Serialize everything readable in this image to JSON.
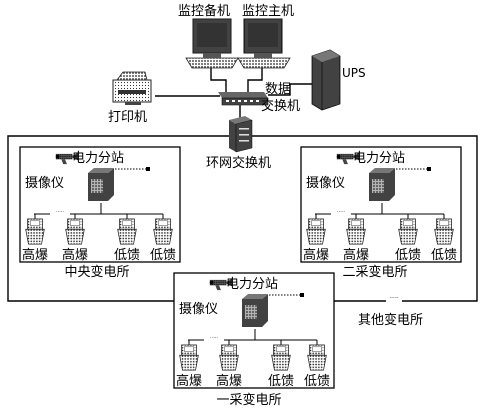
{
  "labels": {
    "monitor_backup": "监控备机",
    "monitor_main": "监控主机",
    "ups": "UPS",
    "data_switch_line1": "数据",
    "data_switch_line2": "交换机",
    "printer": "打印机",
    "ring_switch": "环网交换机",
    "other_substations": "其他变电所"
  },
  "substations": [
    {
      "id": "central",
      "name": "中央变电所",
      "power_station": "电力分站",
      "camera": "摄像仪",
      "devices": [
        "高爆",
        "高爆",
        "低馈",
        "低馈"
      ]
    },
    {
      "id": "second-mining",
      "name": "二采变电所",
      "power_station": "电力分站",
      "camera": "摄像仪",
      "devices": [
        "高爆",
        "高爆",
        "低馈",
        "低馈"
      ]
    },
    {
      "id": "first-mining",
      "name": "一采变电所",
      "power_station": "电力分站",
      "camera": "摄像仪",
      "devices": [
        "高爆",
        "高爆",
        "低馈",
        "低馈"
      ]
    }
  ]
}
